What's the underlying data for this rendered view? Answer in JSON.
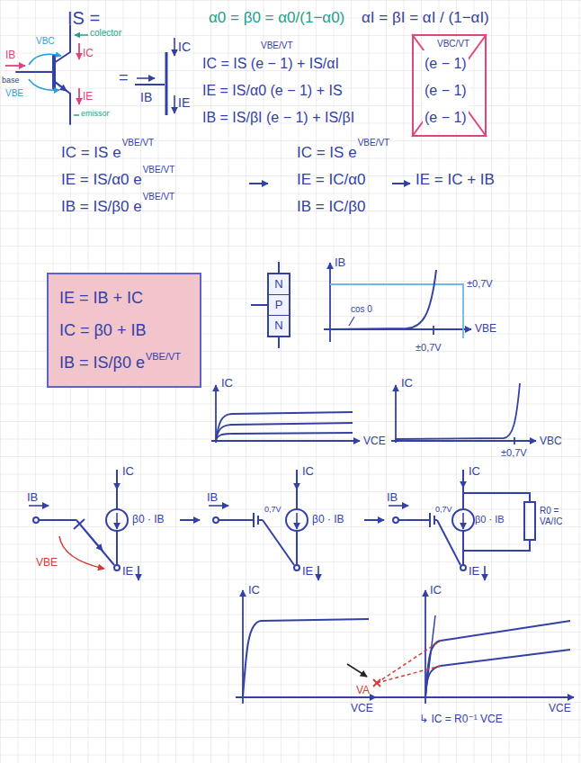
{
  "diagram": {
    "nodes": [
      {
        "text": [
          "VBC/VT",
          "(e − 1)",
          "(e − 1)",
          "(e − 1)"
        ]
      },
      {
        "text": [
          "IE = IB + IC",
          "IC = β0 + IB",
          "IB = IS/β0 e",
          "VBE/VT"
        ]
      },
      {
        "text": [
          "N",
          "P",
          "N"
        ]
      }
    ],
    "labels": [
      "IS =",
      "α0 = β0 = α0/(1−α0)",
      "αI = βI = αI / (1−αI)",
      "VBC",
      "colector",
      "IC",
      "IB",
      "base",
      "VBE",
      "IE",
      "emissor",
      "=",
      "IC",
      "IB",
      "IE",
      "VBE/VT",
      "IC = IS (e − 1) + IS/αI",
      "IE = IS/α0 (e − 1) + IS",
      "IB = IS/βI (e − 1) + IS/βI",
      "IC = IS e",
      "VBE/VT",
      "IE = IS/α0 e",
      "VBE/VT",
      "IB = IS/β0 e",
      "VBE/VT",
      "IC = IS e",
      "VBE/VT",
      "IE = IC/α0",
      "IE = IC + IB",
      "IB = IC/β0",
      "IB",
      "±0,7V",
      "cos 0",
      "±0,7V",
      "VBE",
      "IC",
      "VCE",
      "IC",
      "VBC",
      "±0,7V",
      "IC",
      "IB",
      "β0 · IB",
      "VBE",
      "IE",
      "IC",
      "IB",
      "0,7V",
      "β0 · IB",
      "IE",
      "IC",
      "IB",
      "0,7V",
      "β0 · IB",
      "R0 = VA/IC",
      "IE",
      "IC",
      "VCE",
      "IC",
      "VA",
      "VCE",
      "↳ IC = R0⁻¹ VCE"
    ]
  }
}
